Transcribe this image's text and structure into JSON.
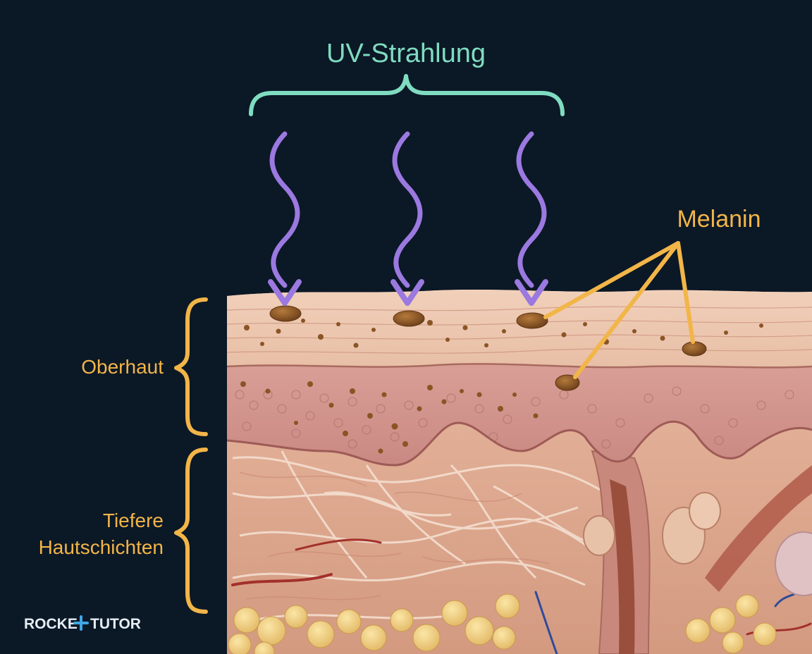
{
  "labels": {
    "uv_radiation": "UV-Strahlung",
    "melanin": "Melanin",
    "epidermis": "Oberhaut",
    "deeper_layers_line1": "Tiefere",
    "deeper_layers_line2": "Hautschichten"
  },
  "logo": {
    "text_left": "ROCKE",
    "text_right": "TUTOR"
  },
  "colors": {
    "background": "#0b1826",
    "uv_label": "#7fdcc0",
    "uv_arrow": "#9b79e0",
    "annotation_orange": "#f2b548",
    "melanin_brown": "#8a5424",
    "logo_white": "#e6eef5",
    "logo_blue": "#3ea7e6"
  }
}
